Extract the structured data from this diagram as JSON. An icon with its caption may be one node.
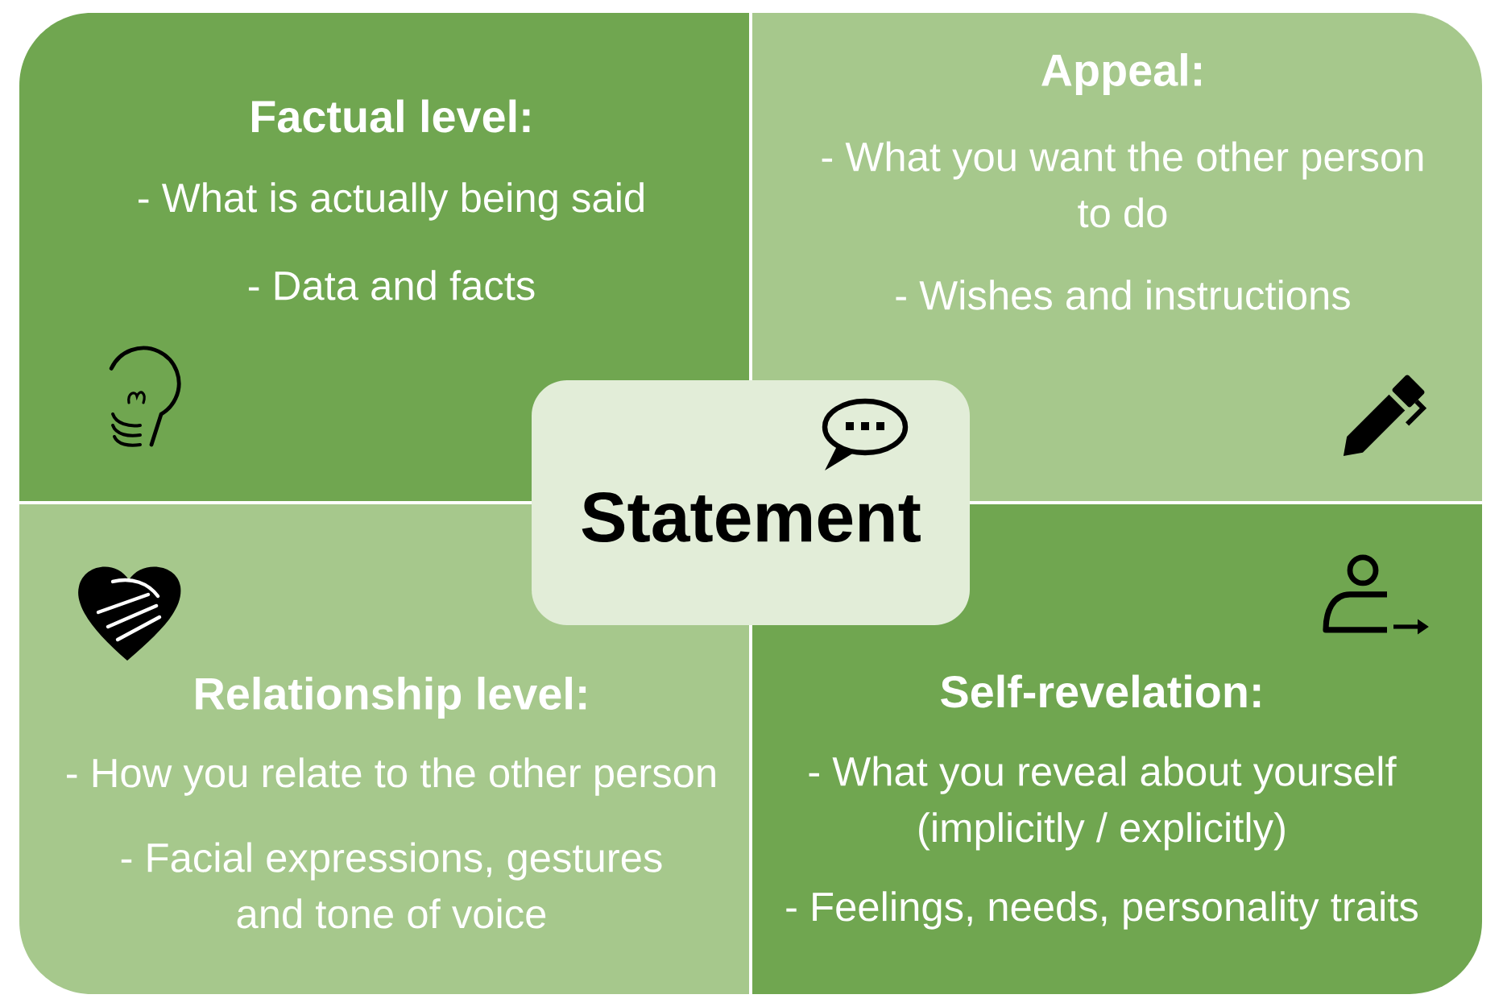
{
  "diagram": {
    "nodes": [
      {
        "text": [
          "Factual level:",
          "- What is actually being said",
          "- Data and facts"
        ]
      },
      {
        "text": [
          "Appeal:",
          "- What you want the other person to do",
          "- Wishes and instructions"
        ]
      },
      {
        "text": [
          "Statement"
        ]
      },
      {
        "text": [
          "Relationship level:",
          "- How you relate to the other person",
          "- Facial expressions, gestures and tone of voice"
        ]
      },
      {
        "text": [
          "Self-revelation:",
          "- What you reveal about yourself (implicitly / explicitly)",
          "- Feelings, needs, personality traits"
        ]
      }
    ]
  }
}
